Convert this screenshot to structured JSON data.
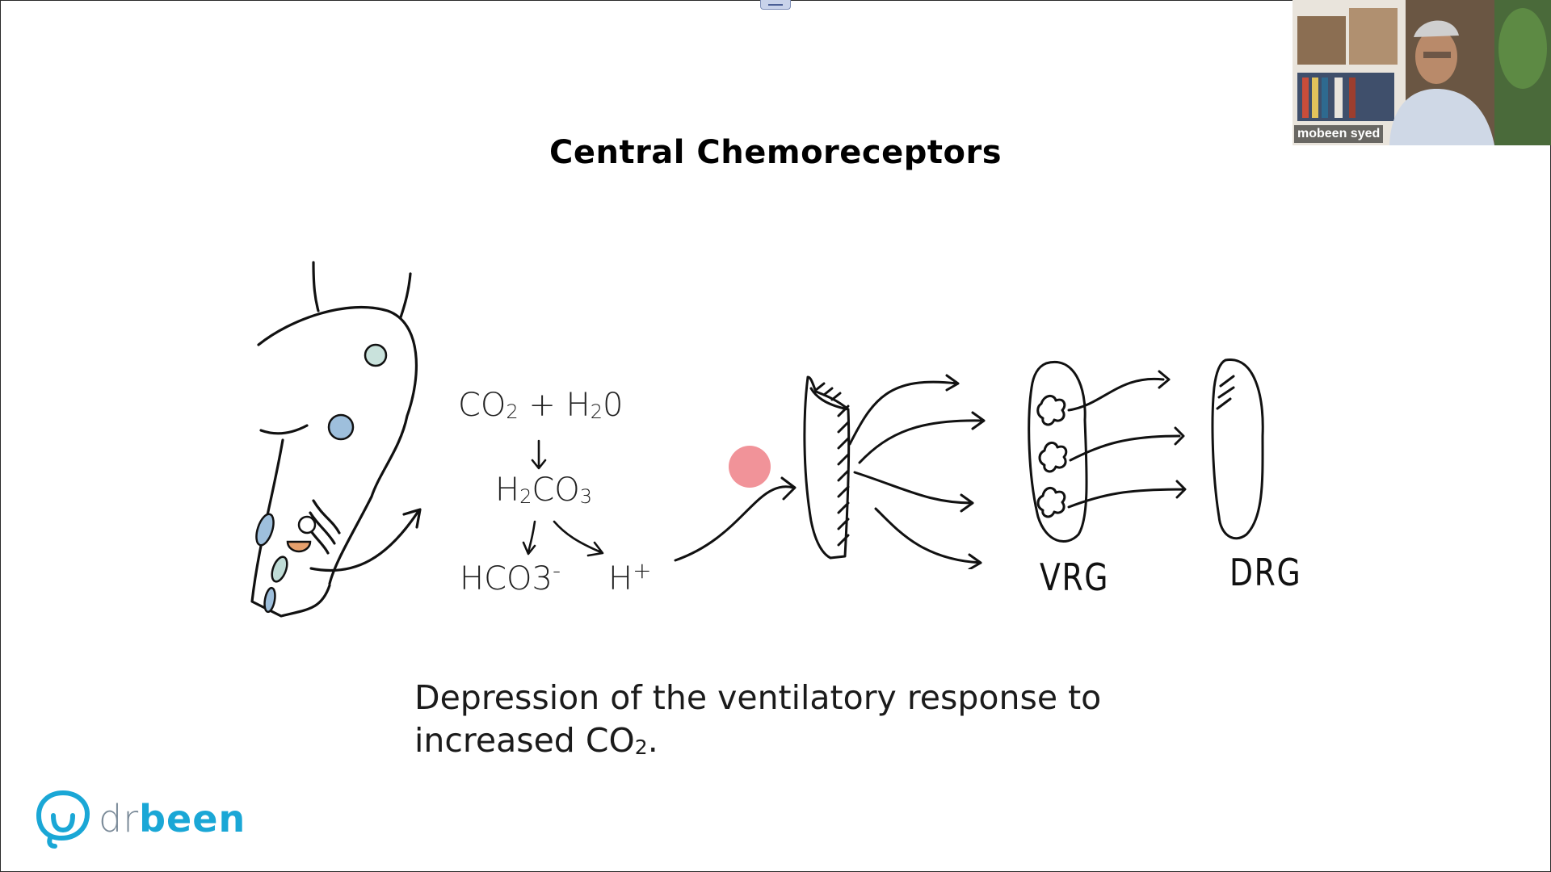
{
  "slide": {
    "title": "Central Chemoreceptors",
    "equations": {
      "line1": {
        "a": "CO",
        "a_sub": "2",
        "b": " + H",
        "b_sub": "2",
        "c": "0"
      },
      "line2": {
        "a": "H",
        "a_sub": "2",
        "b": "CO",
        "b_sub": "3"
      },
      "line3_left": {
        "a": "HCO3",
        "a_sup": "-"
      },
      "line3_right": {
        "a": "H",
        "a_sup": "+"
      }
    },
    "labels": {
      "vrg": "VRG",
      "drg": "DRG"
    },
    "caption": {
      "line1": "Depression of the ventilatory response to",
      "line2_a": "increased CO",
      "line2_sub": "2",
      "line2_b": "."
    }
  },
  "logo": {
    "dr": "dr",
    "been": "been"
  },
  "video": {
    "participant_name": "mobeen syed"
  },
  "colors": {
    "accent": "#1aa7d6",
    "pointer": "#f08d93",
    "logo_gray": "#7b8b99"
  }
}
